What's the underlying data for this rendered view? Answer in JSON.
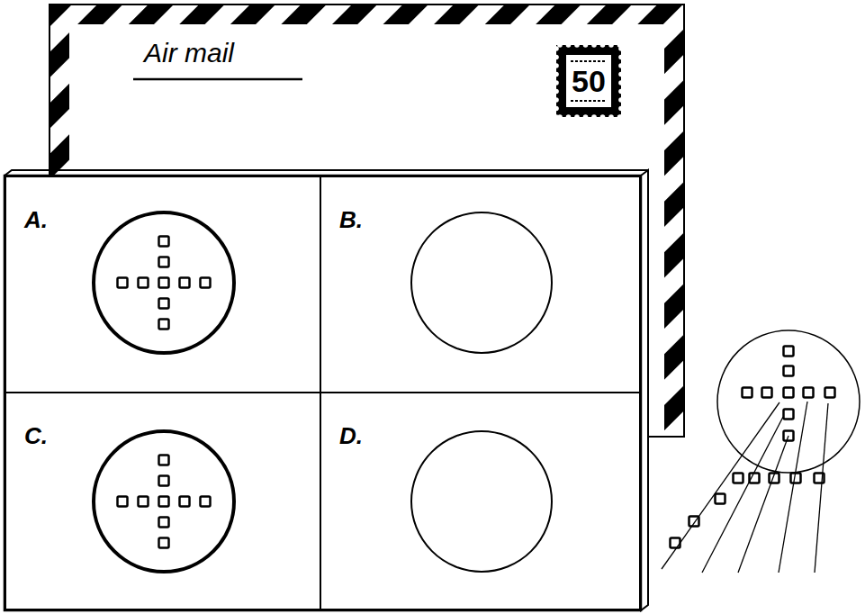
{
  "diagram": {
    "nodes": [
      {
        "text": [
          "A."
        ]
      },
      {
        "text": [
          "B."
        ]
      },
      {
        "text": [
          "C."
        ]
      },
      {
        "text": [
          "D."
        ]
      }
    ],
    "labels": [
      "Air mail",
      "50"
    ]
  }
}
